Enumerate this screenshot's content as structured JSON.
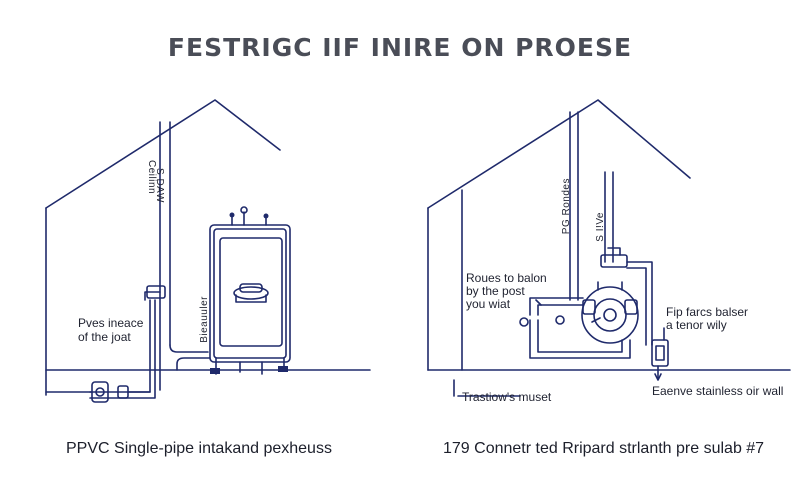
{
  "title": "FESTRIGC IIF INIRE ON PROESE",
  "left_panel": {
    "vertical_label_1": "Ceilinn",
    "vertical_label_2": "S DAW",
    "wall_label": "Pves ineace\nof the joat",
    "unit_label": "Bieauuler",
    "caption": "PPVC Single-pipe intakand pexheuss"
  },
  "right_panel": {
    "vertical_label": "PG Rondes",
    "vertical_label_2": "S I!Ve",
    "left_note": "Roues to balon\nby the post\nyou wiat",
    "right_note": "Fip farcs balser\na tenor wily",
    "bottom_left_note": "Trastiow's muset",
    "bottom_right_note": "Eaenve stainless oir wall",
    "caption": "179 Connetr ted Rripard strlanth pre sulab #7"
  },
  "colors": {
    "line": "#1f2a6b",
    "text": "#1f2230",
    "title": "#4a4d57"
  }
}
